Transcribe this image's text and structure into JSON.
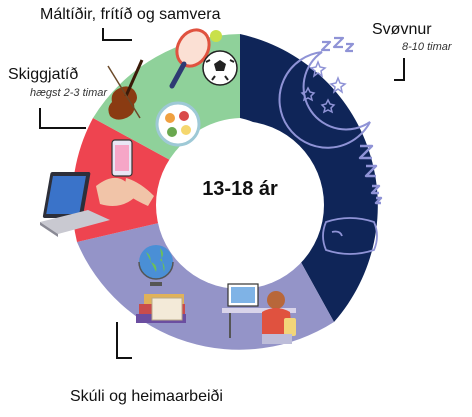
{
  "center": {
    "title": "13-18 ár"
  },
  "segments": [
    {
      "key": "svefn",
      "label": "Svøvnur",
      "sub": "8-10 timar",
      "color": "#0f2558"
    },
    {
      "key": "skoli",
      "label": "Skúli og heimaarbeiði",
      "sub": "",
      "color": "#9494c8"
    },
    {
      "key": "skjar",
      "label": "Skiggjatíð",
      "sub": "hægst 2-3 timar",
      "color": "#ee4450"
    },
    {
      "key": "maltid",
      "label": "Máltíðir, frítíð og samvera",
      "sub": "",
      "color": "#8fd19a"
    }
  ],
  "colors": {
    "line": "#111111",
    "moon": "#8f93d6"
  },
  "icons": [
    "moon-stars-icon",
    "zzz-icon",
    "pillow-icon",
    "laptop-icon",
    "phone-hands-icon",
    "violin-icon",
    "tennis-racket-icon",
    "soccer-ball-icon",
    "food-plate-icon",
    "globe-icon",
    "books-icon",
    "student-desk-icon"
  ]
}
